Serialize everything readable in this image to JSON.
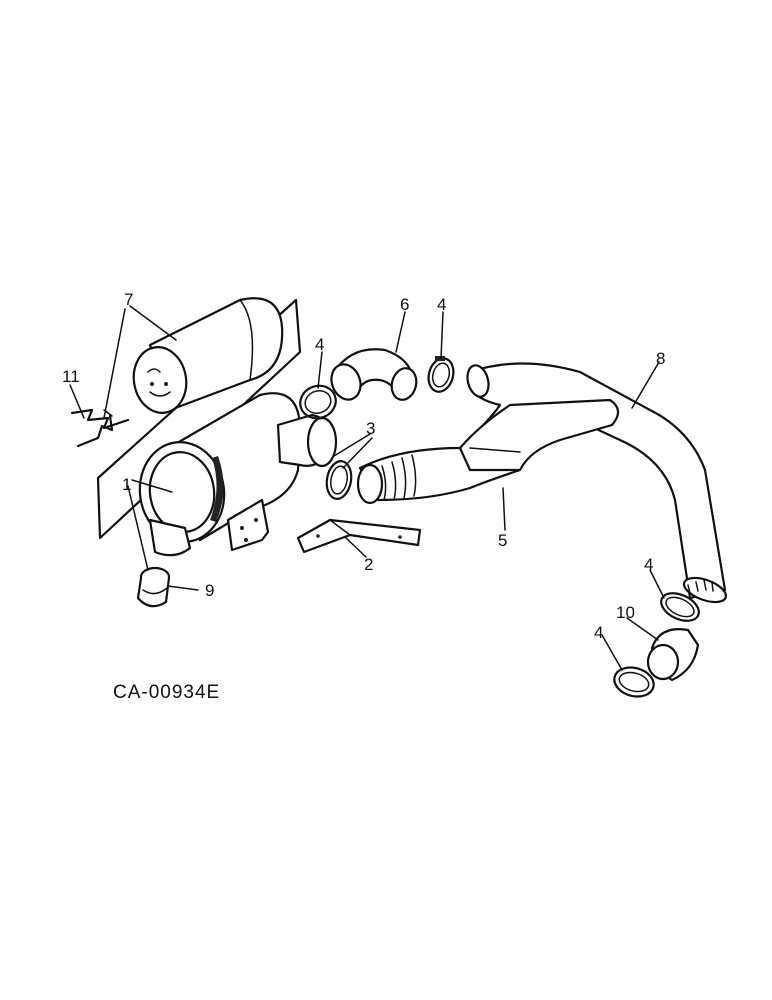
{
  "callouts": [
    {
      "id": "c1",
      "text": "1"
    },
    {
      "id": "c2",
      "text": "2"
    },
    {
      "id": "c3",
      "text": "3"
    },
    {
      "id": "c4a",
      "text": "4"
    },
    {
      "id": "c4b",
      "text": "4"
    },
    {
      "id": "c4c",
      "text": "4"
    },
    {
      "id": "c4d",
      "text": "4"
    },
    {
      "id": "c5",
      "text": "5"
    },
    {
      "id": "c6",
      "text": "6"
    },
    {
      "id": "c7",
      "text": "7"
    },
    {
      "id": "c8",
      "text": "8"
    },
    {
      "id": "c9",
      "text": "9"
    },
    {
      "id": "c10",
      "text": "10"
    },
    {
      "id": "c11",
      "text": "11"
    }
  ],
  "drawing_code": "CA-00934E"
}
